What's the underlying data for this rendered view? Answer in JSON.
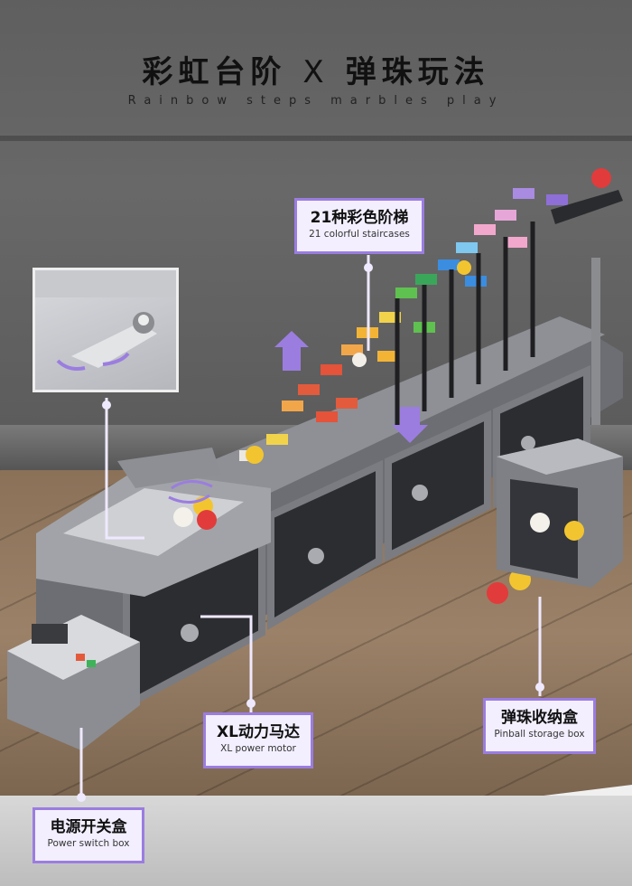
{
  "header": {
    "title_left": "彩虹台阶",
    "title_x": "X",
    "title_right": "弹珠玩法",
    "subtitle": "Rainbow steps marbles play"
  },
  "callouts": {
    "staircases": {
      "cn": "21种彩色阶梯",
      "en": "21 colorful staircases"
    },
    "motor": {
      "cn": "XL动力马达",
      "en": "XL power motor"
    },
    "storage": {
      "cn": "弹珠收纳盒",
      "en": "Pinball storage box"
    },
    "power_box": {
      "cn": "电源开关盒",
      "en": "Power switch box"
    }
  },
  "icons": [
    "rotate-arrows-icon",
    "up-arrow-icon",
    "down-arrow-icon",
    "rotate-icon"
  ],
  "colors": {
    "label_border": "#9b7de0",
    "label_fill": "#f3efff",
    "arrow": "#9b7de0",
    "steps": [
      "#f1d34b",
      "#f2a64a",
      "#e4533a",
      "#e25b3d",
      "#f3b436",
      "#5fc14f",
      "#3aa65a",
      "#3b8de0",
      "#7fc8ef",
      "#f2a8cc",
      "#e7a6d8",
      "#a98be2",
      "#8e6fd8"
    ]
  }
}
